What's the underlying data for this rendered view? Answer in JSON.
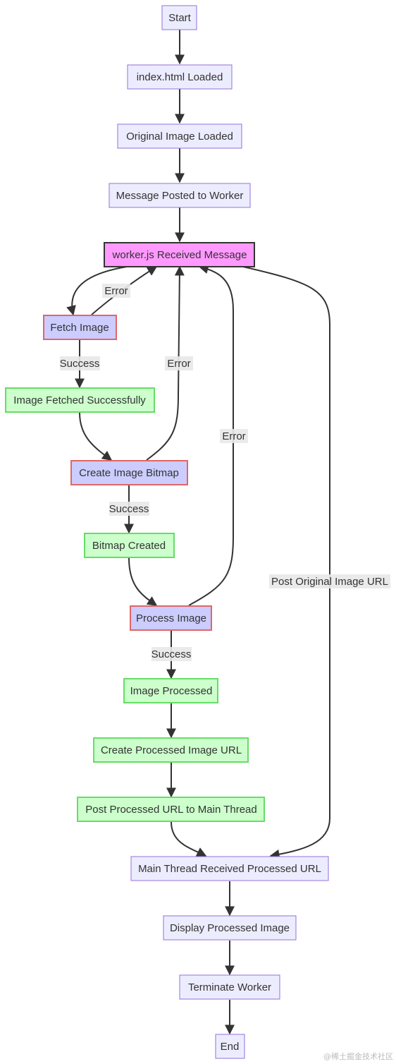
{
  "nodes": {
    "start": "Start",
    "index_loaded": "index.html Loaded",
    "original_loaded": "Original Image Loaded",
    "message_posted": "Message Posted to Worker",
    "worker_received": "worker.js Received Message",
    "fetch_image": "Fetch Image",
    "image_fetched": "Image Fetched Successfully",
    "create_bitmap": "Create Image Bitmap",
    "bitmap_created": "Bitmap Created",
    "process_image": "Process Image",
    "image_processed": "Image Processed",
    "create_url": "Create Processed Image URL",
    "post_url": "Post Processed URL to Main Thread",
    "main_received": "Main Thread Received Processed URL",
    "display": "Display Processed Image",
    "terminate": "Terminate Worker",
    "end": "End"
  },
  "edge_labels": {
    "fetch_error": "Error",
    "fetch_success": "Success",
    "bitmap_error": "Error",
    "bitmap_success": "Success",
    "process_error": "Error",
    "process_success": "Success",
    "post_original": "Post Original Image URL"
  },
  "colors": {
    "default_fill": "#ECECFF",
    "default_stroke": "#9370DB",
    "worker_fill": "#FF99FF",
    "worker_stroke": "#333333",
    "error_node_fill": "#CCCCFF",
    "error_node_stroke": "#E06666",
    "success_fill": "#CCFFCC",
    "success_stroke": "#66DD66",
    "edge": "#333333",
    "label_bg": "#E8E8E8"
  },
  "watermark": "@稀土掘金技术社区"
}
